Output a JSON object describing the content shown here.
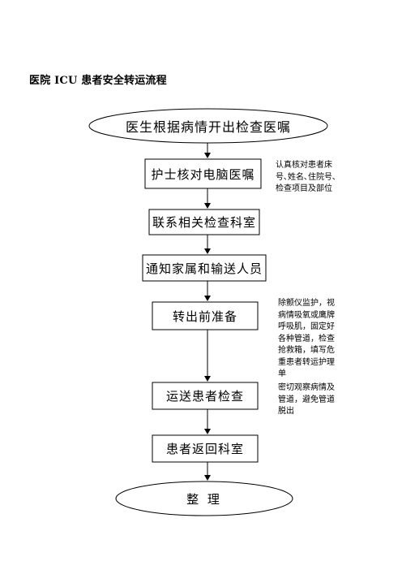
{
  "title": "医院 ICU 患者安全转运流程",
  "nodes": {
    "start": "医生根据病情开出检查医嘱",
    "step1": "护士核对电脑医嘱",
    "step2": "联系相关检查科室",
    "step3": "通知家属和输送人员",
    "step4": "转出前准备",
    "step5": "运送患者检查",
    "step6": "患者返回科室",
    "end": "整 理"
  },
  "notes": {
    "note1": [
      "认真核对患者床",
      "号､姓名､住院号､",
      "检查项目及部位"
    ],
    "note2": [
      "除颤仪监护，视",
      "病情吸氧或鹰牌",
      "呼吸肌，固定好",
      "各种管道，检查",
      "抢救箱，填写危",
      "重患者转运护理",
      "单"
    ],
    "note3": [
      "密切观察病情及",
      "管道，避免管道",
      "脱出"
    ]
  }
}
